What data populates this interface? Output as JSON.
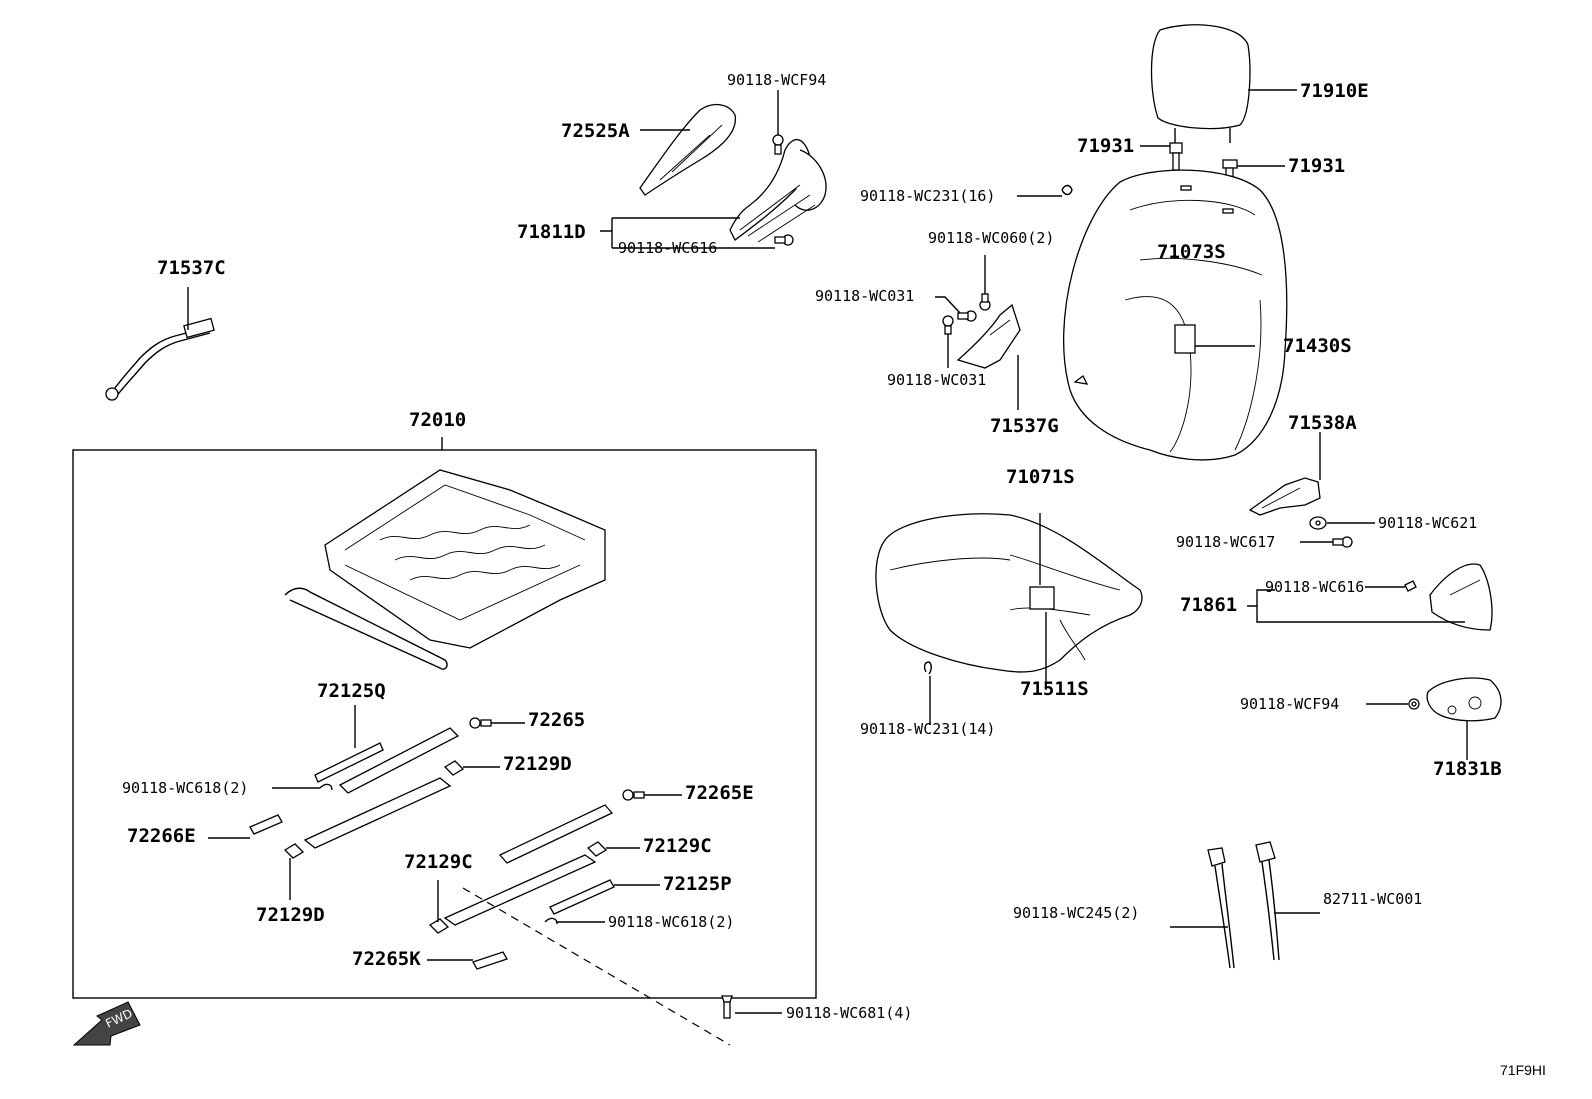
{
  "labels": {
    "p71910E": "71910E",
    "p71931_left": "71931",
    "p71931_right": "71931",
    "pWC231_16": "90118-WC231(16)",
    "pWCF94_top": "90118-WCF94",
    "p72525A": "72525A",
    "p71811D": "71811D",
    "pWC616_top": "90118-WC616",
    "p71537C": "71537C",
    "pWC060": "90118-WC060(2)",
    "pWC031_a": "90118-WC031",
    "pWC031_b": "90118-WC031",
    "p71537G": "71537G",
    "p71073S": "71073S",
    "p71430S": "71430S",
    "p71538A": "71538A",
    "pWC621": "90118-WC621",
    "pWC617": "90118-WC617",
    "p71071S": "71071S",
    "p71861": "71861",
    "pWC616_right": "90118-WC616",
    "p71511S": "71511S",
    "pWC231_14": "90118-WC231(14)",
    "pWCF94_right": "90118-WCF94",
    "p71831B": "71831B",
    "p72010": "72010",
    "p72125Q": "72125Q",
    "p72265": "72265",
    "p72129D_top": "72129D",
    "pWC618_left": "90118-WC618(2)",
    "p72265E": "72265E",
    "p72266E": "72266E",
    "p72129C_right": "72129C",
    "p72129C_left": "72129C",
    "p72125P": "72125P",
    "p72129D_bottom": "72129D",
    "pWC618_right": "90118-WC618(2)",
    "p72265K": "72265K",
    "pWC681": "90118-WC681(4)",
    "pWC245": "90118-WC245(2)",
    "p82711": "82711-WC001",
    "fwd": "FWD",
    "diagram_code": "71F9HI"
  }
}
